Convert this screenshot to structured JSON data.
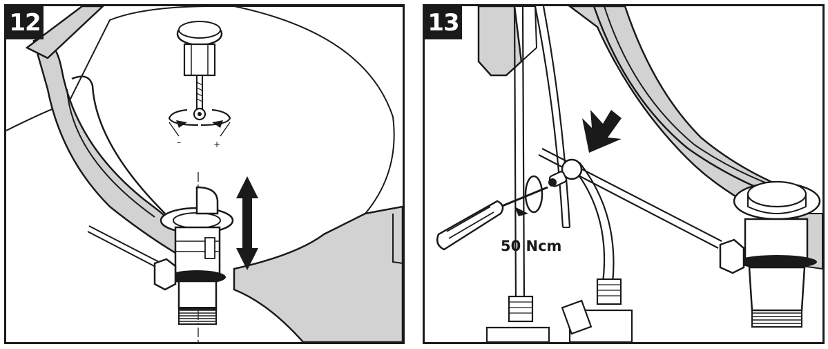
{
  "panels": [
    {
      "number": "12",
      "signs": {
        "minus": "–",
        "plus": "+"
      }
    },
    {
      "number": "13",
      "torque_label": "50 Ncm"
    }
  ],
  "colors": {
    "ink": "#1a1a1a",
    "fill_gray": "#d2d2d2",
    "paper": "#ffffff"
  }
}
